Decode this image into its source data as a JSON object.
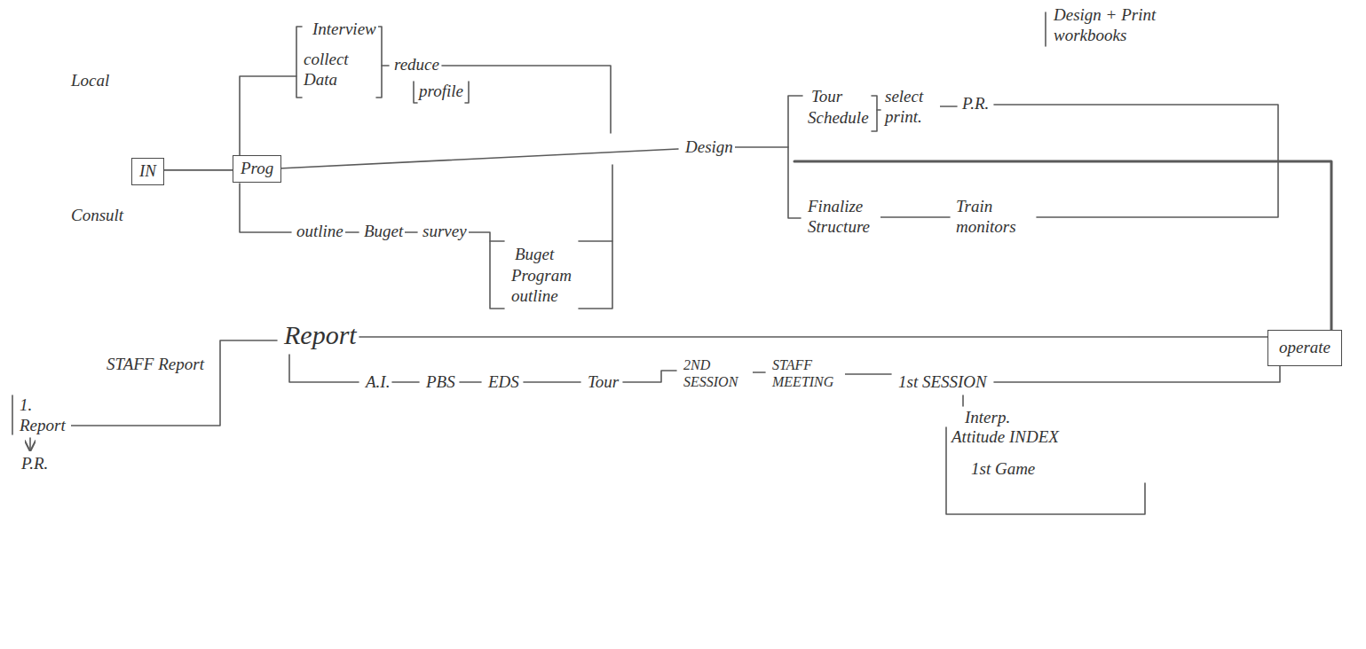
{
  "diagram": {
    "nodes": [
      {
        "text": [
          "IN"
        ]
      },
      {
        "text": [
          "Prog"
        ]
      },
      {
        "text": [
          "operate"
        ]
      }
    ],
    "edges": [
      {
        "from": 0,
        "to": 1,
        "arrow": "none"
      }
    ],
    "labels": [
      "Local",
      "Interview",
      "collect Data",
      "reduce",
      "profile",
      "Consult",
      "outline",
      "Buget",
      "survey",
      "Buget",
      "Program outline",
      "Design",
      "Design + Print workbooks",
      "Tour",
      "Schedule",
      "select print.",
      "P.R.",
      "Finalize Structure",
      "Train monitors",
      "Report",
      "STAFF Report",
      "A.I.",
      "PBS",
      "EDS",
      "Tour",
      "2ND SESSION",
      "STAFF MEETING",
      "1st SESSION",
      "Interp.",
      "Attitude INDEX",
      "1st Game",
      "1. Report",
      "P.R."
    ]
  }
}
